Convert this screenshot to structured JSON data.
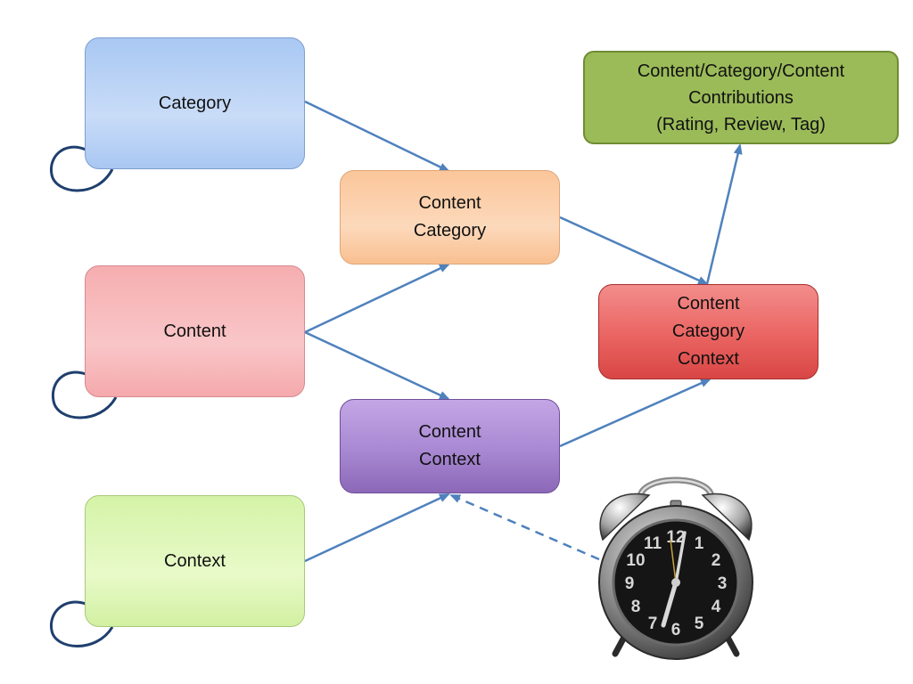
{
  "nodes": {
    "category": {
      "label": "Category"
    },
    "content": {
      "label": "Content"
    },
    "context": {
      "label": "Context"
    },
    "content_category": {
      "lines": [
        "Content",
        "Category"
      ]
    },
    "content_context": {
      "lines": [
        "Content",
        "Context"
      ]
    },
    "content_category_context": {
      "lines": [
        "Content",
        "Category",
        "Context"
      ]
    },
    "contributions": {
      "lines": [
        "Content/Category/Content",
        "Contributions",
        "(Rating, Review, Tag)"
      ]
    }
  },
  "clock": {
    "icon": "alarm-clock-icon",
    "numerals": [
      "12",
      "1",
      "2",
      "3",
      "4",
      "5",
      "6",
      "7",
      "8",
      "9",
      "10",
      "11"
    ]
  },
  "colors": {
    "arrow": "#4f81bd",
    "loop": "#1f3f6e",
    "clock_body": "#b8b8b8",
    "clock_face": "#151515"
  }
}
